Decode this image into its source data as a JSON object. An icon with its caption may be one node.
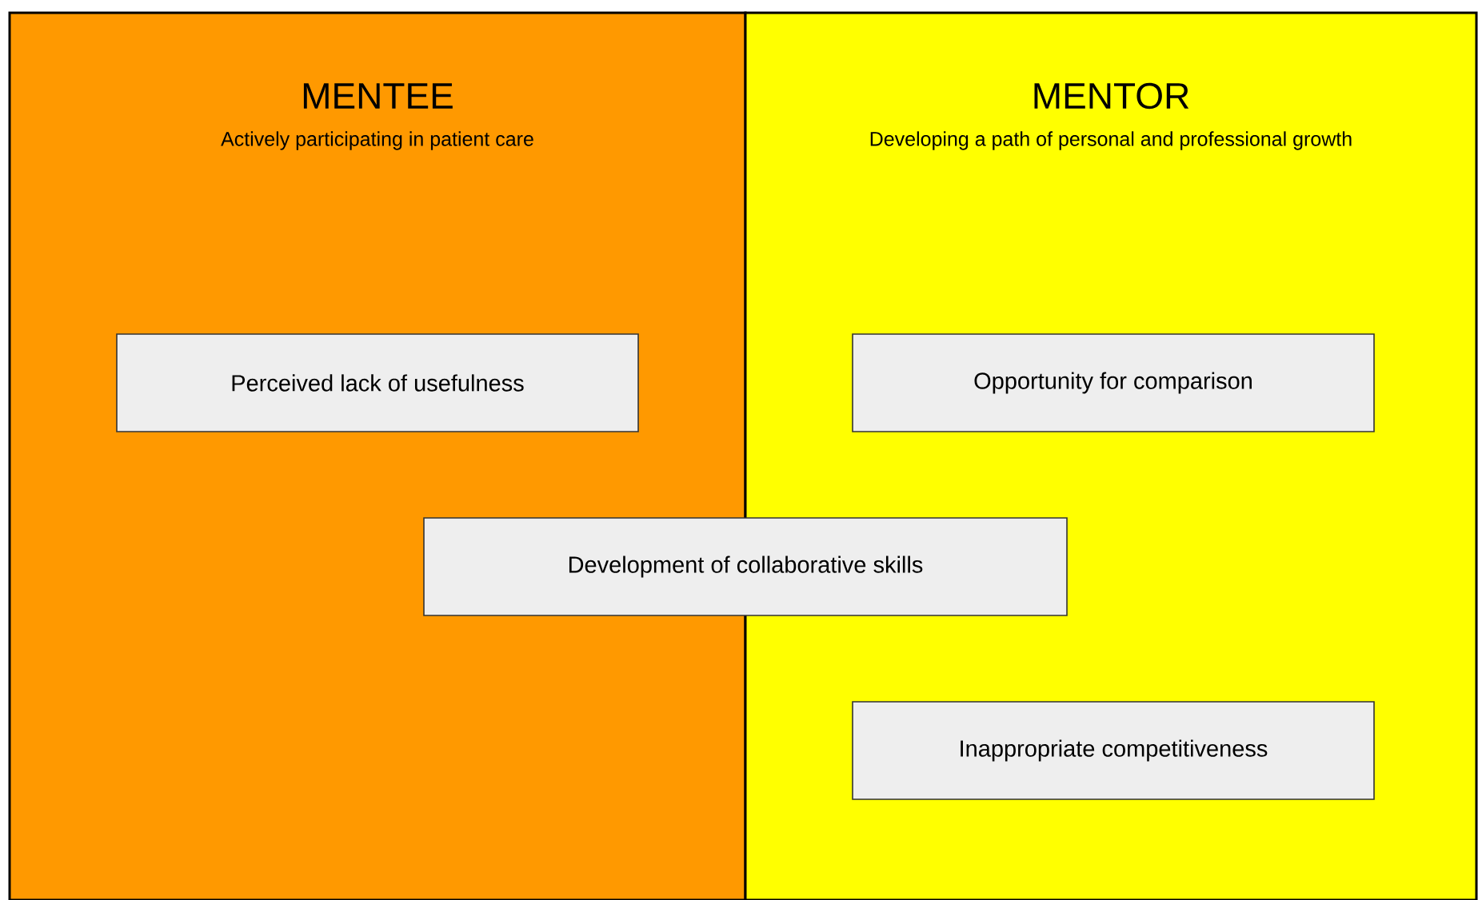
{
  "diagram": {
    "nodes": [
      {
        "text": [
          "MENTEE",
          "Actively participating in patient care"
        ]
      },
      {
        "text": [
          "MENTOR",
          "Developing a path of personal and professional growth"
        ]
      },
      {
        "text": [
          "Perceived lack of usefulness"
        ],
        "in": 0
      },
      {
        "text": [
          "Opportunity for comparison"
        ],
        "in": 1
      },
      {
        "text": [
          "Development of collaborative skills"
        ]
      },
      {
        "text": [
          "Inappropriate competitiveness"
        ],
        "in": 1
      }
    ]
  }
}
